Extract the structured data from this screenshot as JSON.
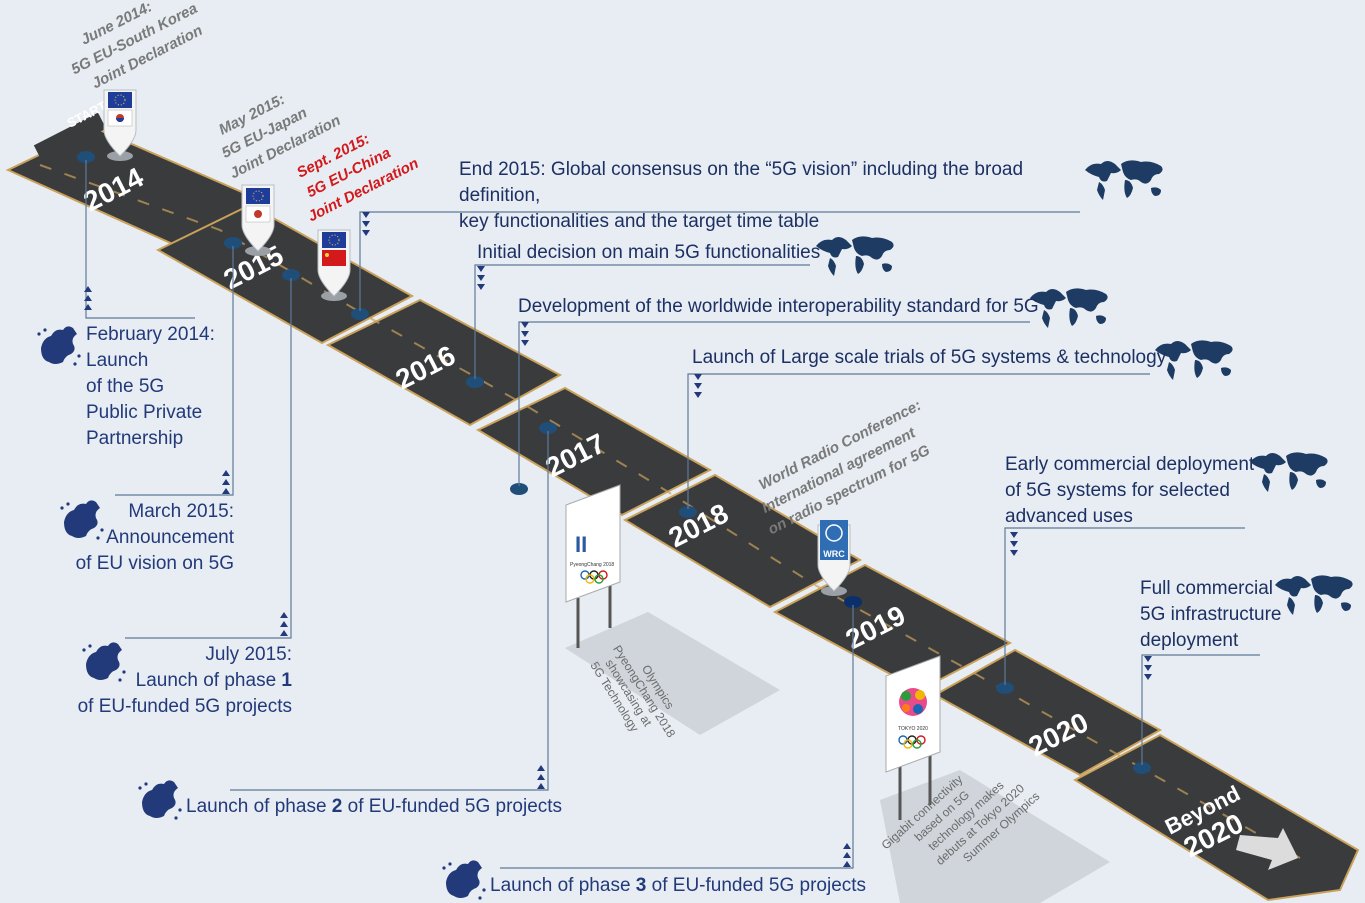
{
  "road": {
    "start_label": "START",
    "years": [
      "2014",
      "2015",
      "2016",
      "2017",
      "2018",
      "2019",
      "2020"
    ],
    "beyond_line1": "Beyond",
    "beyond_line2": "2020"
  },
  "declarations": {
    "korea": [
      "June 2014:",
      "5G EU-South Korea",
      "Joint Declaration"
    ],
    "japan": [
      "May 2015:",
      "5G EU-Japan",
      "Joint Declaration"
    ],
    "china": [
      "Sept. 2015:",
      "5G EU-China",
      "Joint Declaration"
    ],
    "wrc": [
      "World Radio Conference:",
      "International agreement",
      "on radio spectrum for 5G"
    ],
    "wrc_logo": "WRC"
  },
  "global_milestones": {
    "end_2015": [
      "End 2015: Global consensus on the “5G vision” including the broad definition,",
      "key functionalities and the target time table"
    ],
    "initial_decision": "Initial decision on main 5G functionalities",
    "interoperability": "Development of the worldwide interoperability standard for 5G",
    "large_scale_trials": "Launch of Large scale trials of 5G systems & technology",
    "early_commercial": [
      "Early commercial deployment",
      "of 5G systems for selected",
      "advanced uses"
    ],
    "full_commercial": [
      "Full commercial",
      "5G infrastructure",
      "deployment"
    ]
  },
  "eu_milestones": {
    "feb_2014": [
      "February 2014:",
      "Launch",
      "of the 5G",
      "Public Private",
      "Partnership"
    ],
    "mar_2015": [
      "March 2015:",
      "Announcement",
      "of EU vision on 5G"
    ],
    "jul_2015": {
      "line1": "July 2015:",
      "line2_pre": "Launch of phase ",
      "line2_num": "1",
      "line3": "of EU-funded 5G projects"
    },
    "phase2": {
      "pre": "Launch of phase ",
      "num": "2",
      "post": " of EU-funded 5G projects"
    },
    "phase3": {
      "pre": "Launch of phase ",
      "num": "3",
      "post": " of EU-funded 5G projects"
    }
  },
  "signs": {
    "pyeongchang_note": [
      "5G Technology",
      "showcasing at",
      "PyeongChang 2018",
      "Olympics"
    ],
    "pyeongchang_logo": "PyeongChang 2018",
    "tokyo_note": [
      "Gigabit connectivity",
      "based on 5G",
      "technology makes",
      "debuts at Tokyo 2020",
      "Summer Olympics"
    ],
    "tokyo_logo": "TOKYO 2020"
  },
  "colors": {
    "road": "#3a3b3d",
    "road_edge": "#c9a15a",
    "dot": "#1f4e79",
    "dot_dark": "#0b2f6b",
    "eu_blue": "#233a7a",
    "china_red": "#d3191c",
    "lines": "#5f7a99"
  }
}
